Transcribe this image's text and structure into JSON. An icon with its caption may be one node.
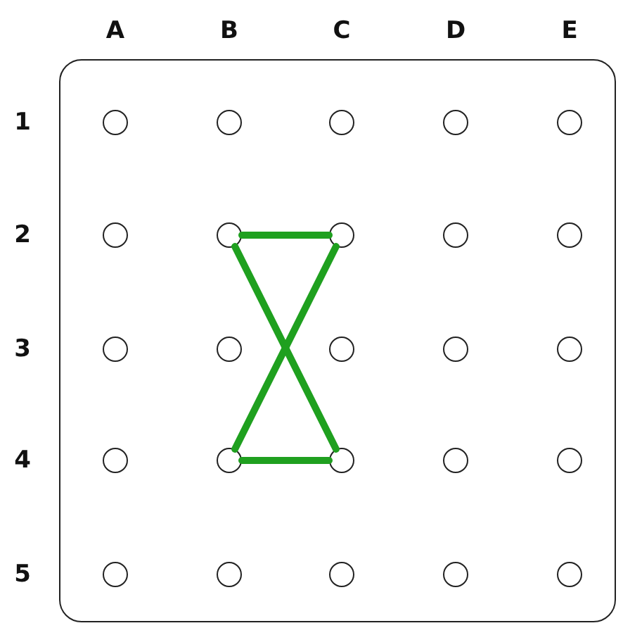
{
  "diagram": {
    "nodes": [
      {
        "text": [],
        "shape": "box"
      },
      {
        "text": [],
        "shape": "circle",
        "in": 0
      },
      {
        "text": [],
        "shape": "circle",
        "in": 0
      },
      {
        "text": [],
        "shape": "circle",
        "in": 0
      },
      {
        "text": [],
        "shape": "circle",
        "in": 0
      },
      {
        "text": [],
        "shape": "circle",
        "in": 0
      },
      {
        "text": [],
        "shape": "circle",
        "in": 0
      },
      {
        "text": [],
        "shape": "circle",
        "in": 0
      },
      {
        "text": [],
        "shape": "circle",
        "in": 0
      },
      {
        "text": [],
        "shape": "circle",
        "in": 0
      },
      {
        "text": [],
        "shape": "circle",
        "in": 0
      },
      {
        "text": [],
        "shape": "circle",
        "in": 0
      },
      {
        "text": [],
        "shape": "circle",
        "in": 0
      },
      {
        "text": [],
        "shape": "circle",
        "in": 0
      },
      {
        "text": [],
        "shape": "circle",
        "in": 0
      },
      {
        "text": [],
        "shape": "circle",
        "in": 0
      },
      {
        "text": [],
        "shape": "circle",
        "in": 0
      },
      {
        "text": [],
        "shape": "circle",
        "in": 0
      },
      {
        "text": [],
        "shape": "circle",
        "in": 0
      },
      {
        "text": [],
        "shape": "circle",
        "in": 0
      },
      {
        "text": [],
        "shape": "circle",
        "in": 0
      },
      {
        "text": [],
        "shape": "circle",
        "in": 0
      },
      {
        "text": [],
        "shape": "circle",
        "in": 0
      },
      {
        "text": [],
        "shape": "circle",
        "in": 0
      },
      {
        "text": [],
        "shape": "circle",
        "in": 0
      },
      {
        "text": [],
        "shape": "circle",
        "in": 0
      }
    ],
    "edges": [
      {
        "from": 7,
        "to": 8,
        "arrow": "none"
      },
      {
        "from": 8,
        "to": 17,
        "arrow": "none"
      },
      {
        "from": 17,
        "to": 18,
        "arrow": "none"
      },
      {
        "from": 18,
        "to": 7,
        "arrow": "none"
      }
    ],
    "labels": [
      "A",
      "B",
      "C",
      "D",
      "E",
      "1",
      "2",
      "3",
      "4",
      "5"
    ]
  }
}
